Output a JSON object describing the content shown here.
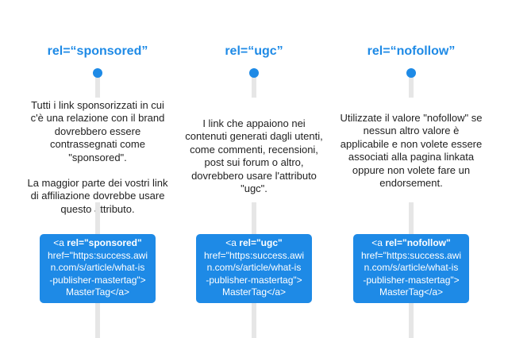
{
  "columns": [
    {
      "title": "rel=“sponsored”",
      "paragraphs": [
        "Tutti i link sponsorizzati in cui c'è una relazione con il brand dovrebbero essere contrassegnati come \"sponsored\".",
        "La maggior parte dei vostri link di affiliazione dovrebbe usare questo attributo."
      ],
      "code": {
        "open": "<a ",
        "attr": "rel=\"sponsored\"",
        "lines": [
          "href=\"https:success.awi",
          "n.com/s/article/what-is",
          "-publisher-mastertag\">",
          "MasterTag</a>"
        ]
      }
    },
    {
      "title": "rel=“ugc”",
      "paragraphs": [
        "I link che appaiono nei contenuti generati dagli utenti, come commenti, recensioni, post sui forum o altro, dovrebbero usare l'attributo \"ugc\"."
      ],
      "code": {
        "open": "<a ",
        "attr": "rel=\"ugc\"",
        "lines": [
          "href=\"https:success.awi",
          "n.com/s/article/what-is",
          "-publisher-mastertag\">",
          "MasterTag</a>"
        ]
      }
    },
    {
      "title": "rel=“nofollow”",
      "paragraphs": [
        "Utilizzate il valore \"nofollow\" se nessun altro valore è applicabile e non volete essere associati alla pagina linkata oppure non volete fare un endorsement."
      ],
      "code": {
        "open": "<a ",
        "attr": "rel=\"nofollow\"",
        "lines": [
          "href=\"https:success.awi",
          "n.com/s/article/what-is",
          "-publisher-mastertag\">",
          "MasterTag</a>"
        ]
      }
    }
  ],
  "colors": {
    "accent": "#1e8ae6",
    "line": "#e6e6e6",
    "text": "#222222"
  }
}
